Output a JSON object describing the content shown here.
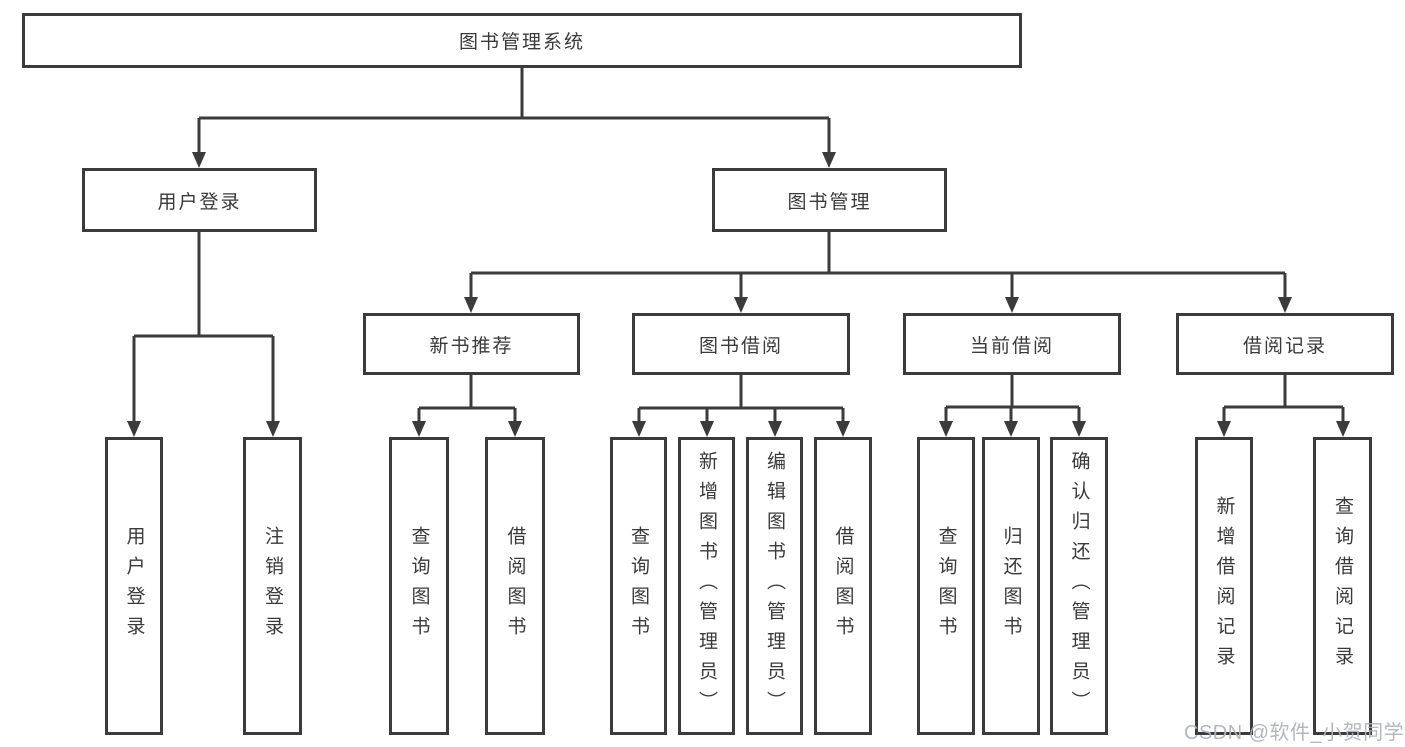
{
  "colors": {
    "line": "#3b3b3b",
    "box_border": "#3b3b3b",
    "text": "#3a3a3a",
    "background": "#ffffff",
    "watermark": "#aeb4bd"
  },
  "watermark": {
    "text": "CSDN @软件_小贺同学"
  },
  "tree": {
    "root": {
      "label": "图书管理系统",
      "children": [
        {
          "label": "用户登录",
          "children": [
            {
              "label": "用户登录"
            },
            {
              "label": "注销登录"
            }
          ]
        },
        {
          "label": "图书管理",
          "children": [
            {
              "label": "新书推荐",
              "children": [
                {
                  "label": "查询图书"
                },
                {
                  "label": "借阅图书"
                }
              ]
            },
            {
              "label": "图书借阅",
              "children": [
                {
                  "label": "查询图书"
                },
                {
                  "label": "新增图书（管理员）"
                },
                {
                  "label": "编辑图书（管理员）"
                },
                {
                  "label": "借阅图书"
                }
              ]
            },
            {
              "label": "当前借阅",
              "children": [
                {
                  "label": "查询图书"
                },
                {
                  "label": "归还图书"
                },
                {
                  "label": "确认归还（管理员）"
                }
              ]
            },
            {
              "label": "借阅记录",
              "children": [
                {
                  "label": "新增借阅记录"
                },
                {
                  "label": "查询借阅记录"
                }
              ]
            }
          ]
        }
      ]
    }
  }
}
